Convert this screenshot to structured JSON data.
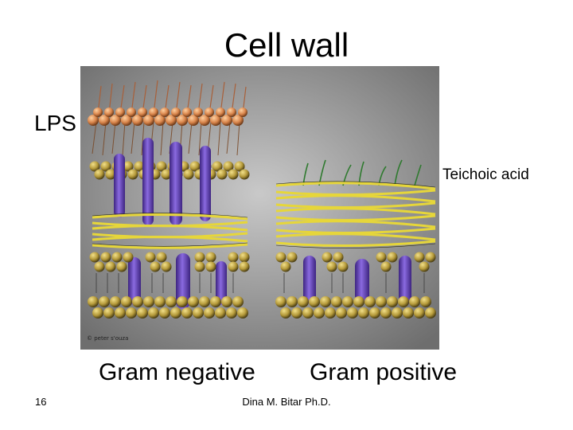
{
  "slide": {
    "title": "Cell wall",
    "labels": {
      "lps": "LPS",
      "teichoic_acid": "Teichoic acid",
      "gram_negative": "Gram negative",
      "gram_positive": "Gram positive"
    },
    "copyright": "© peter s'ouza",
    "slide_number": "16",
    "footer": "Dina M. Bitar Ph.D."
  },
  "colors": {
    "background": "#ffffff",
    "figure_background": "#8e8e8e",
    "lipid_head": "#b59a3a",
    "lps_head": "#d8844a",
    "protein": "#6a48b8",
    "peptidoglycan": "#e6d63a",
    "teichoic": "#2f7a2f"
  }
}
